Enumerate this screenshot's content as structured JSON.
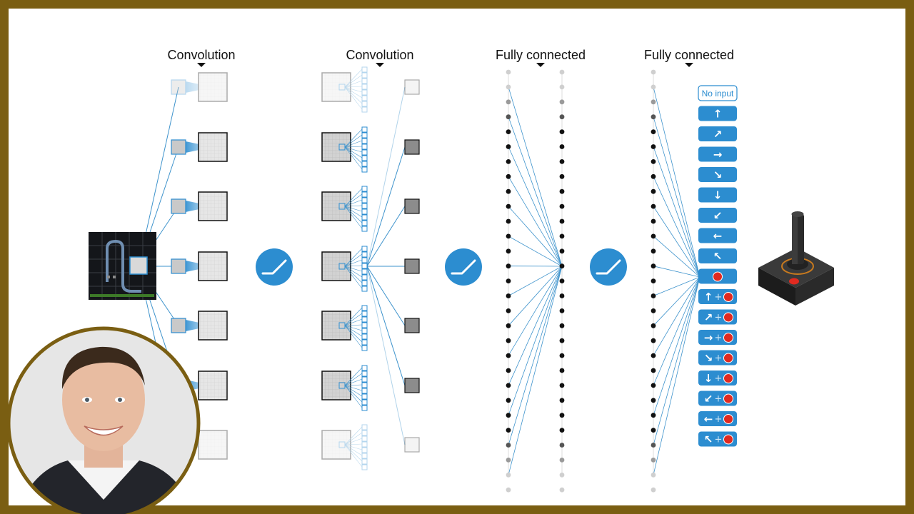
{
  "headers": [
    "Convolution",
    "Convolution",
    "Fully connected",
    "Fully connected"
  ],
  "actions": [
    {
      "label": "No input",
      "dir": "",
      "fire": false
    },
    {
      "label": "",
      "dir": "up",
      "fire": false
    },
    {
      "label": "",
      "dir": "up-right",
      "fire": false
    },
    {
      "label": "",
      "dir": "right",
      "fire": false
    },
    {
      "label": "",
      "dir": "down-right",
      "fire": false
    },
    {
      "label": "",
      "dir": "down",
      "fire": false
    },
    {
      "label": "",
      "dir": "down-left",
      "fire": false
    },
    {
      "label": "",
      "dir": "left",
      "fire": false
    },
    {
      "label": "",
      "dir": "up-left",
      "fire": false
    },
    {
      "label": "",
      "dir": "",
      "fire": true
    },
    {
      "label": "",
      "dir": "up",
      "fire": true
    },
    {
      "label": "",
      "dir": "up-right",
      "fire": true
    },
    {
      "label": "",
      "dir": "right",
      "fire": true
    },
    {
      "label": "",
      "dir": "down-right",
      "fire": true
    },
    {
      "label": "",
      "dir": "down",
      "fire": true
    },
    {
      "label": "",
      "dir": "down-left",
      "fire": true
    },
    {
      "label": "",
      "dir": "left",
      "fire": true
    },
    {
      "label": "",
      "dir": "up-left",
      "fire": true
    }
  ],
  "plus_sign": "+",
  "colors": {
    "frame": "#7a5e12",
    "accent": "#2c8dd0",
    "fire": "#e02a20",
    "line": "#3e93cc"
  },
  "icons": [
    "relu-icon",
    "joystick-icon",
    "game-screen",
    "presenter-avatar"
  ]
}
